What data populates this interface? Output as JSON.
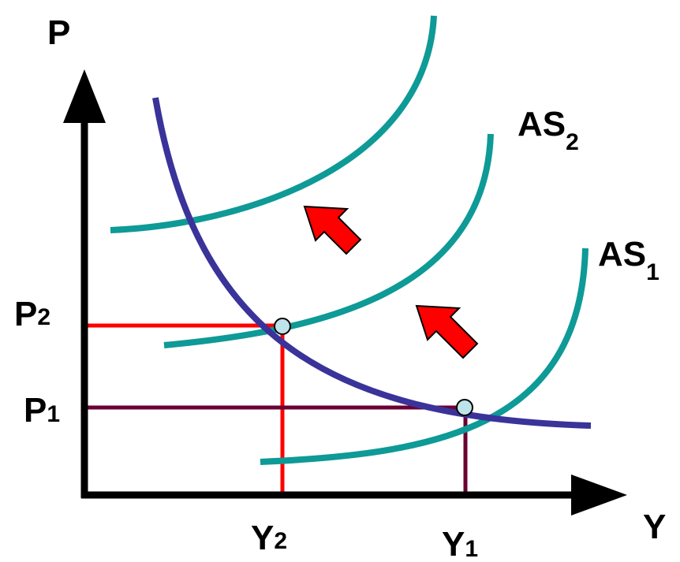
{
  "axes": {
    "y_label": "P",
    "x_label": "Y"
  },
  "curves": {
    "as1": {
      "label": "AS",
      "subscript": "1"
    },
    "as2": {
      "label": "AS",
      "subscript": "2"
    }
  },
  "levels": {
    "p1": {
      "label": "P",
      "subscript": "1"
    },
    "p2": {
      "label": "P",
      "subscript": "2"
    },
    "y1": {
      "label": "Y",
      "subscript": "1"
    },
    "y2": {
      "label": "Y",
      "subscript": "2"
    }
  },
  "colors": {
    "axis": "#000000",
    "demand_curve": "#3a3399",
    "supply_curves": "#0e9a96",
    "guide_p2_y2": "#ff0000",
    "guide_p1_y1": "#6b0033",
    "shift_arrows": "#ff0000",
    "equilibrium_point": "#bfe3ea"
  },
  "icons": {
    "shift_arrow": "up-left-block-arrow-icon"
  }
}
